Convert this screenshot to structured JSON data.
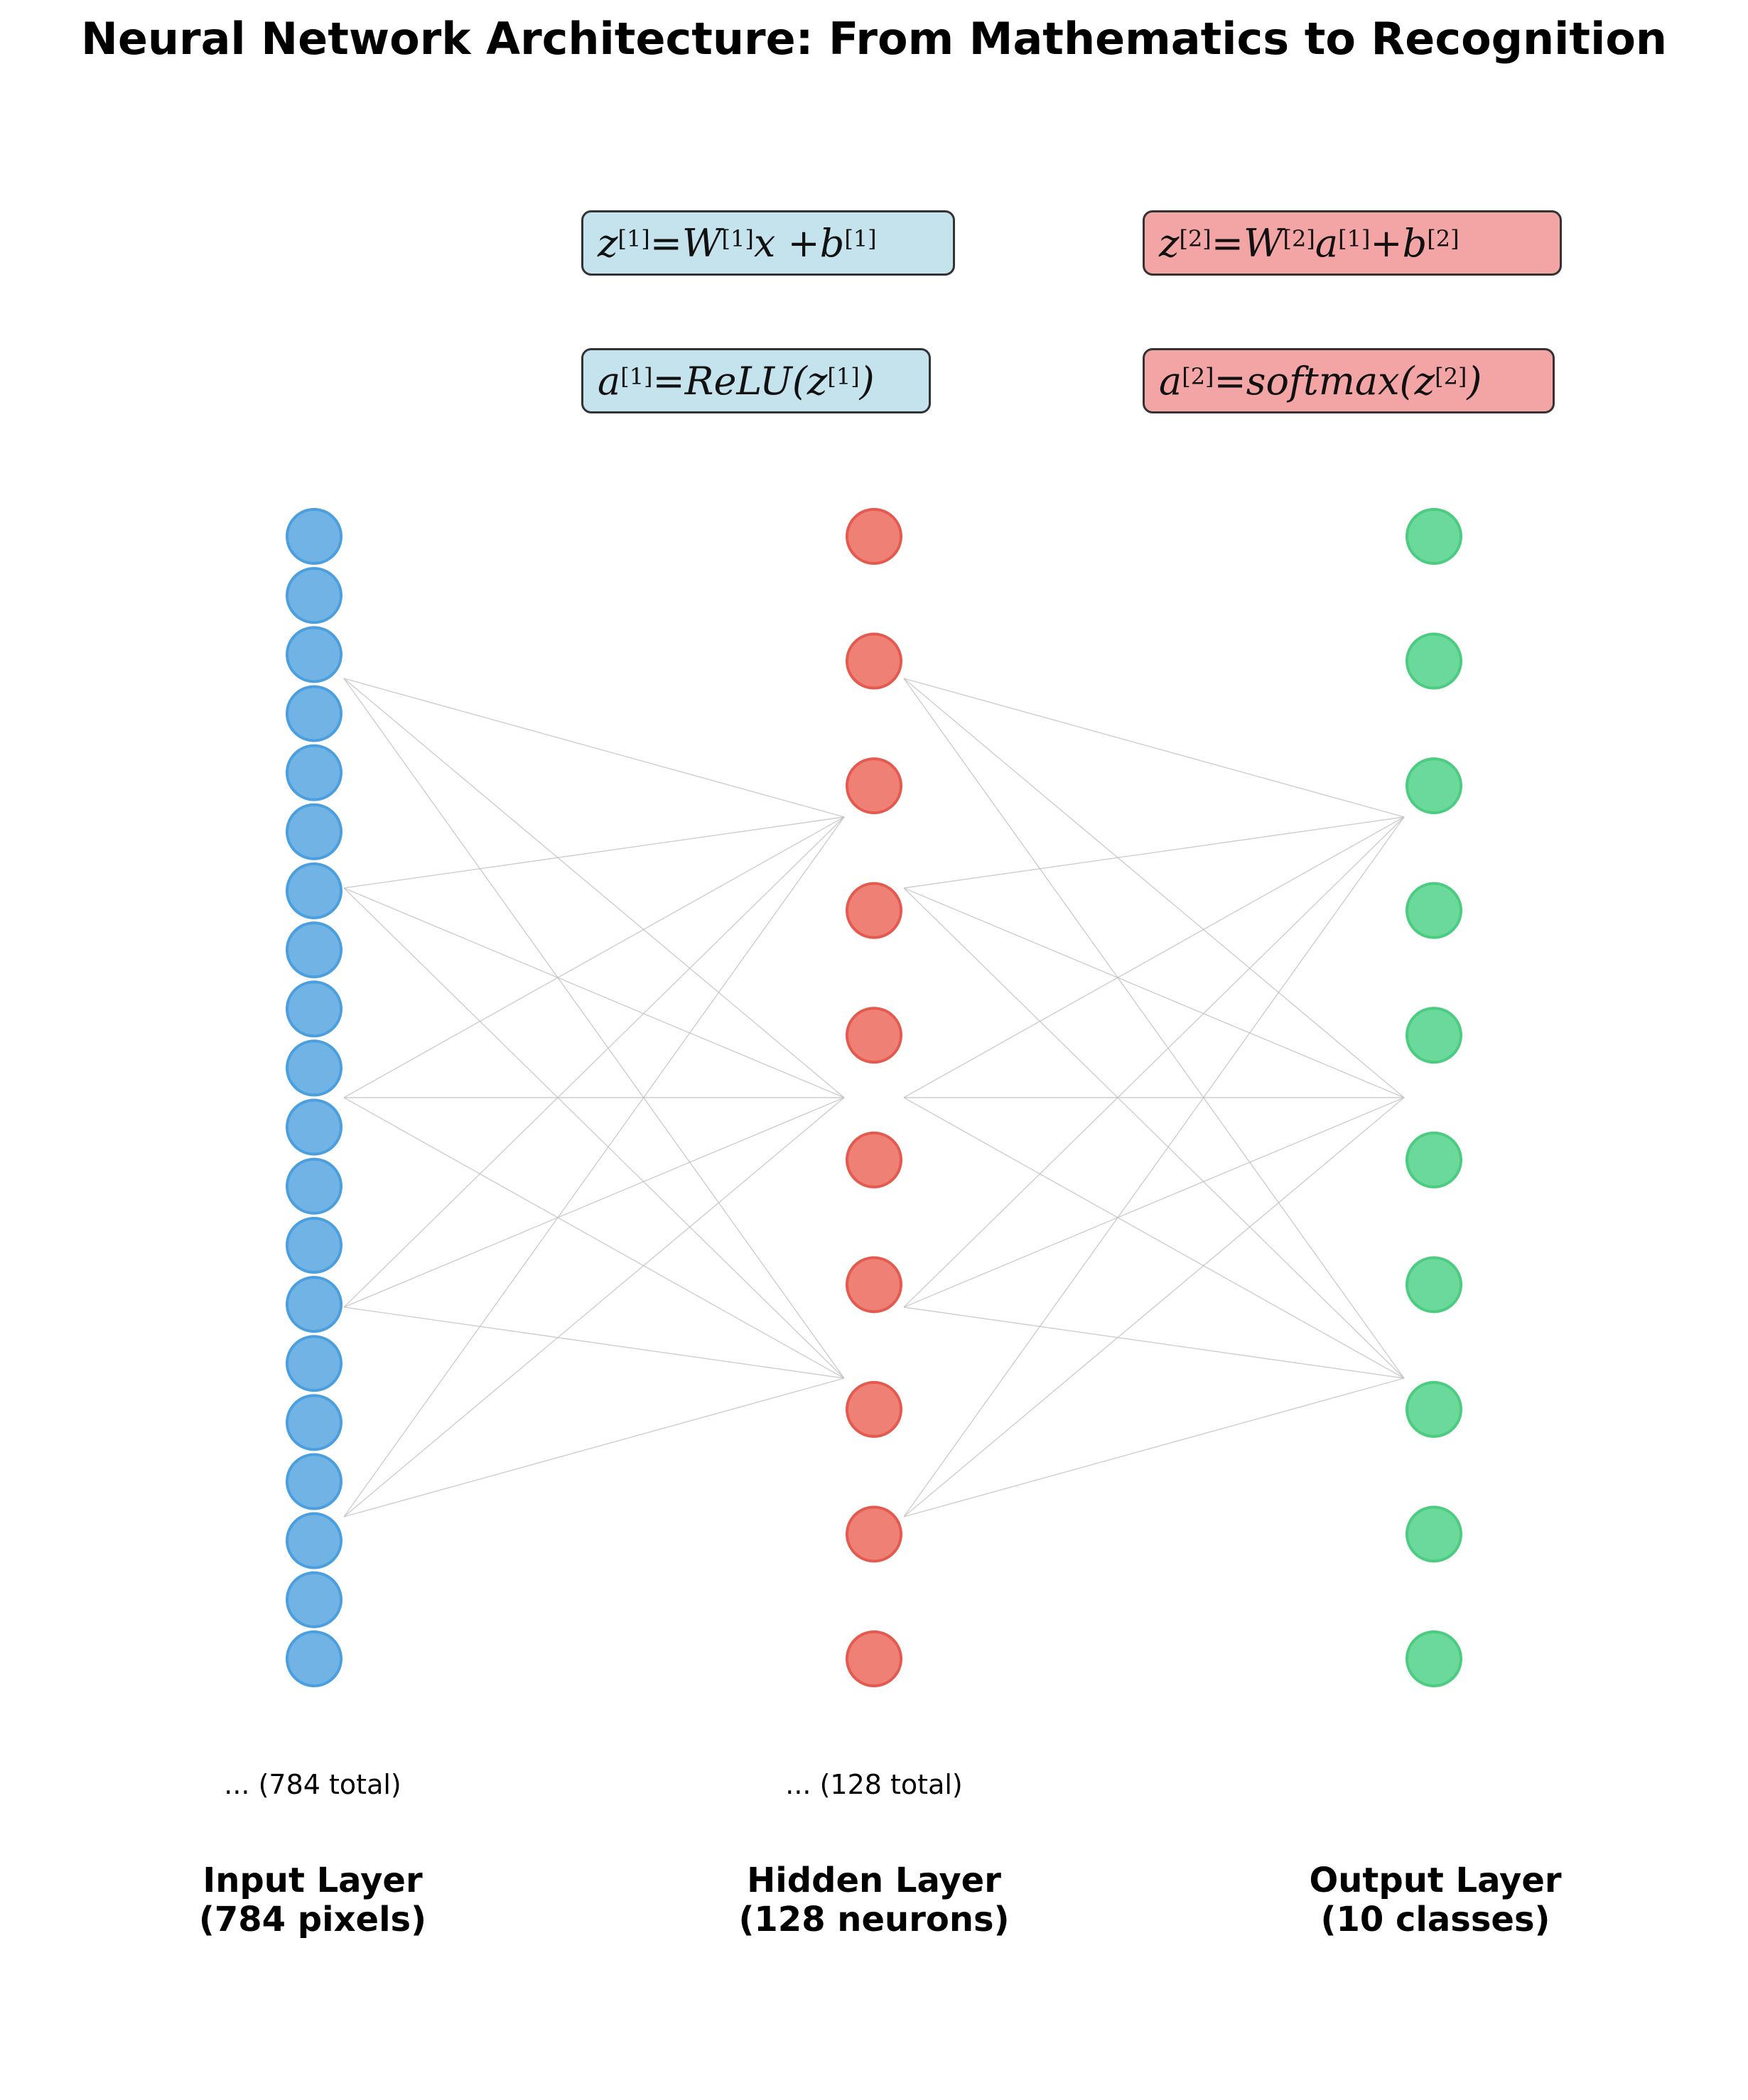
{
  "title": "Neural Network Architecture: From Mathematics to Recognition",
  "colors": {
    "input": "#70b3e4",
    "hidden": "#ee8076",
    "output": "#6bd99b",
    "input_stroke": "#4b9fde",
    "hidden_stroke": "#e55a4e",
    "output_stroke": "#4ccc80",
    "blue_box": "#c5e3ec",
    "red_box": "#f3a5a6"
  },
  "equations": {
    "z1": {
      "lhs": "z",
      "lhs_sup": "[1]",
      "eq": " = ",
      "w": "W",
      "w_sup": "[1]",
      "mid": "x + ",
      "b": "b",
      "b_sup": "[1]"
    },
    "a1": {
      "lhs": "a",
      "lhs_sup": "[1]",
      "eq": " = ",
      "fn": "ReLU(",
      "arg": "z",
      "arg_sup": "[1]",
      "close": ")"
    },
    "z2": {
      "lhs": "z",
      "lhs_sup": "[2]",
      "eq": " = ",
      "w": "W",
      "w_sup": "[2]",
      "a": "a",
      "a_sup": "[1]",
      "plus": " + ",
      "b": "b",
      "b_sup": "[2]"
    },
    "a2": {
      "lhs": "a",
      "lhs_sup": "[2]",
      "eq": " = ",
      "fn": "softmax(",
      "arg": "z",
      "arg_sup": "[2]",
      "close": ")"
    }
  },
  "layers": {
    "input": {
      "label": "Input Layer\n(784 pixels)",
      "note": "... (784 total)",
      "shown_nodes": 20
    },
    "hidden": {
      "label": "Hidden Layer\n(128 neurons)",
      "note": "... (128 total)",
      "shown_nodes": 10
    },
    "output": {
      "label": "Output Layer\n(10 classes)",
      "shown_nodes": 10
    }
  }
}
